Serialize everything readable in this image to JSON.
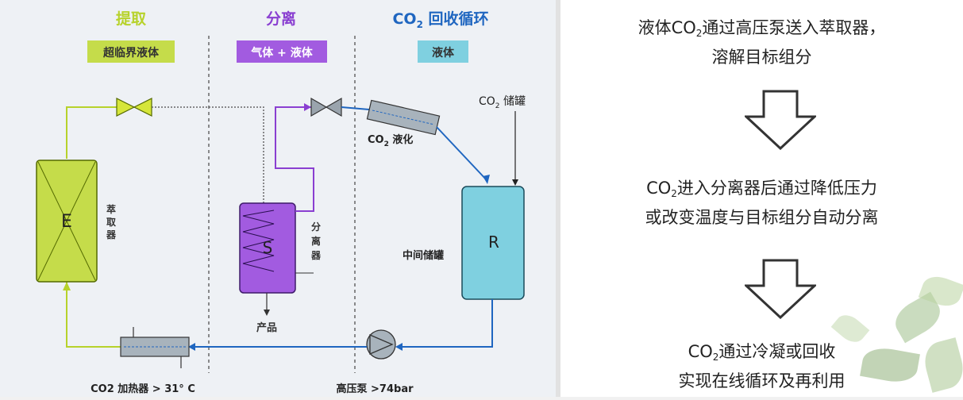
{
  "diagram": {
    "stages": {
      "extract": "提取",
      "separate": "分离",
      "recycle_pre": "CO",
      "recycle_sub": "2",
      "recycle_post": " 回收循环"
    },
    "phases": {
      "supercritical": "超临界液体",
      "gas_liquid": "气体 + 液体",
      "liquid": "液体"
    },
    "components": {
      "extractor_letter": "E",
      "extractor_label": [
        "萃",
        "取",
        "器"
      ],
      "separator_letter": "S",
      "separator_label": [
        "分",
        "离",
        "器"
      ],
      "tank_letter": "R",
      "tank_label": "中间储罐",
      "storage_pre": "CO",
      "storage_sub": "2",
      "storage_post": " 储罐",
      "liquefy_pre": "CO",
      "liquefy_sub": "2",
      "liquefy_post": " 液化",
      "product": "产品",
      "heater": "CO2 加热器 > 31° C",
      "pump": "高压泵 >74bar"
    },
    "colors": {
      "extract_green": "#b7d22b",
      "separate_purple": "#8a3fd1",
      "recycle_blue": "#1f66c0",
      "liquid_cyan": "#7fd0e0"
    }
  },
  "steps": {
    "step1": {
      "line1_pre": "液体CO",
      "line1_sub": "2",
      "line1_post": "通过高压泵送入萃取器，",
      "line2": "溶解目标组分"
    },
    "step2": {
      "line1_pre": "CO",
      "line1_sub": "2",
      "line1_post": "进入分离器后通过降低压力",
      "line2": "或改变温度与目标组分自动分离"
    },
    "step3": {
      "line1_pre": "CO",
      "line1_sub": "2",
      "line1_post": "通过冷凝或回收",
      "line2": "实现在线循环及再利用"
    }
  }
}
